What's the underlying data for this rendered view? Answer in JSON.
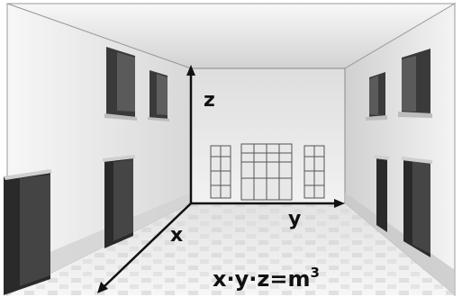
{
  "axes": {
    "z_label": "z",
    "x_label": "x",
    "y_label": "y"
  },
  "formula": {
    "prefix": "x·y·z=m",
    "exponent": "3"
  },
  "colors": {
    "axis": "#111111",
    "wall_light": "#ececec",
    "wall_shade": "#c4c4c4",
    "floor_tile": "#dcdcdc",
    "opening_dark": "#2a2a2a"
  }
}
